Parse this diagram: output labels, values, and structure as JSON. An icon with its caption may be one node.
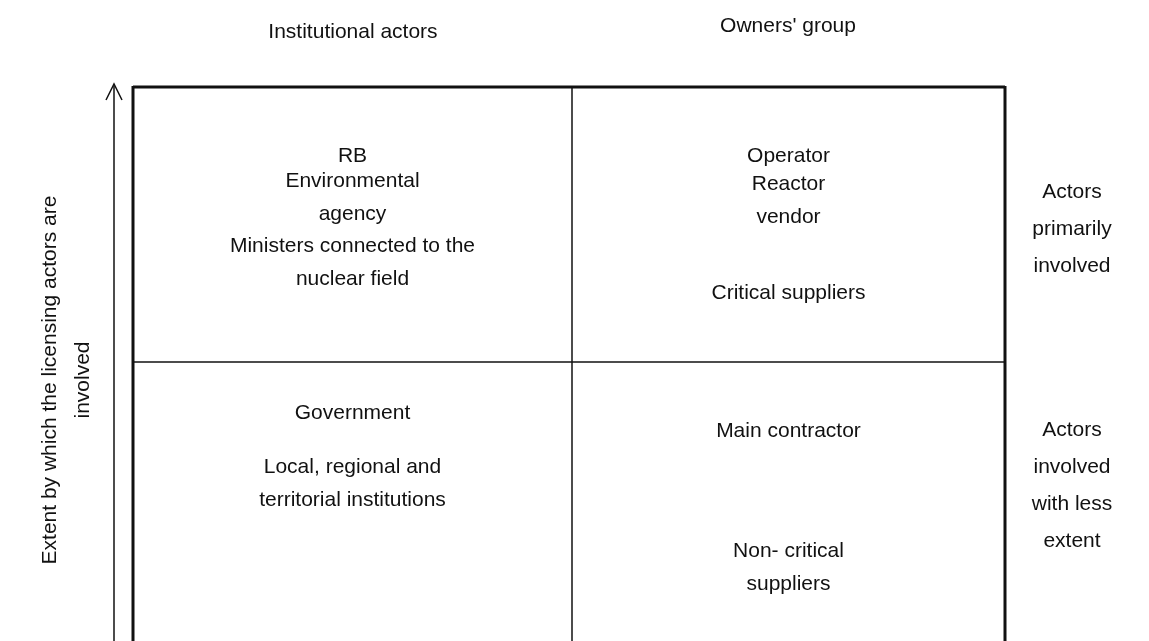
{
  "diagram": {
    "nodes": [
      {
        "text": [
          "RB",
          "Environmental agency",
          "Ministers connected to the nuclear field"
        ]
      },
      {
        "text": [
          "Operator",
          "Reactor vendor",
          "Critical suppliers"
        ]
      },
      {
        "text": [
          "Government",
          "Local, regional and territorial institutions"
        ]
      },
      {
        "text": [
          "Main contractor",
          "Non- critical suppliers"
        ]
      }
    ],
    "labels": [
      "Institutional actors",
      "Owners' group",
      "Extent by which the licensing actors are involved",
      "Actors primarily involved",
      "Actors involved with less extent"
    ]
  }
}
